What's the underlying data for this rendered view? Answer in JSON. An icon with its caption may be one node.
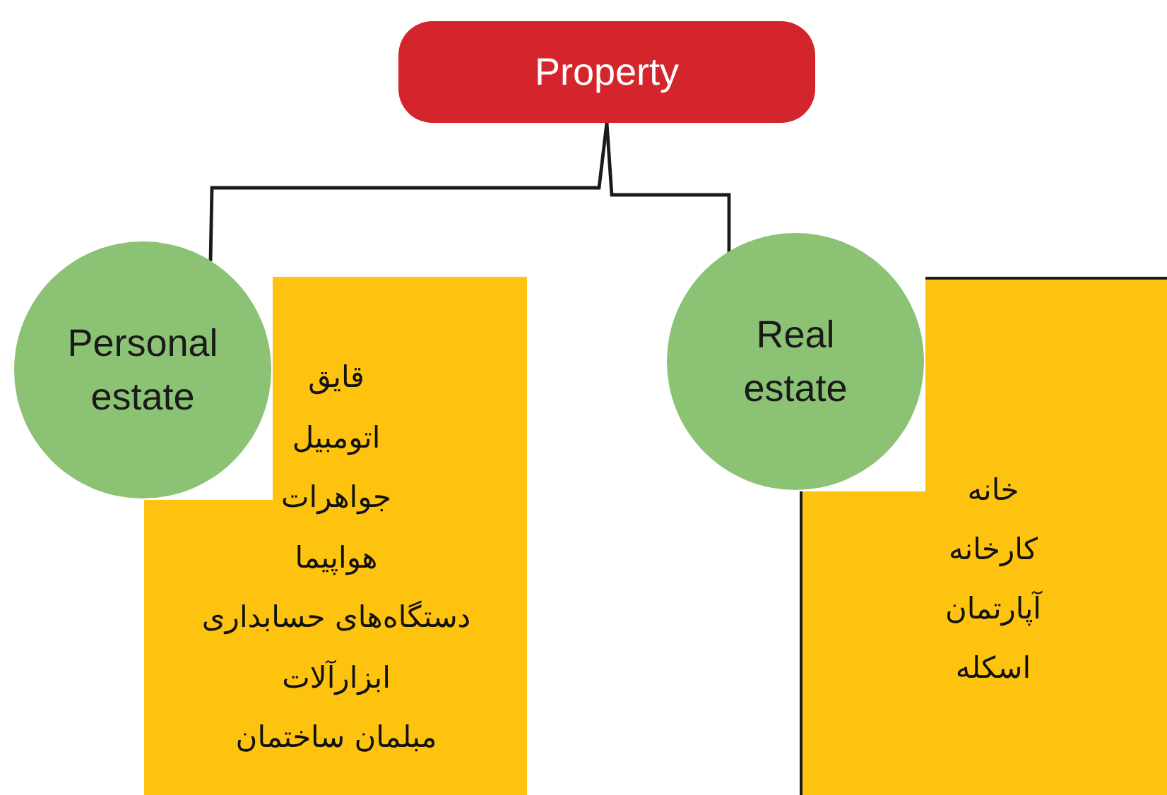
{
  "diagram": {
    "nodes": [
      {
        "text": [
          "Property"
        ]
      },
      {
        "text": [
          "Personal estate"
        ]
      },
      {
        "text": [
          "قایق",
          "اتومبیل",
          "جواهرات",
          "هواپیما",
          "دستگاه‌های حسابداری",
          "ابزارآلات",
          "مبلمان ساختمان"
        ]
      },
      {
        "text": [
          "Real estate"
        ]
      },
      {
        "text": [
          "خانه",
          "کارخانه",
          "آپارتمان",
          "اسکله"
        ]
      }
    ],
    "edges": [
      {
        "from": 0,
        "to": 1,
        "arrow": "none"
      },
      {
        "from": 0,
        "to": 3,
        "arrow": "none"
      }
    ]
  }
}
